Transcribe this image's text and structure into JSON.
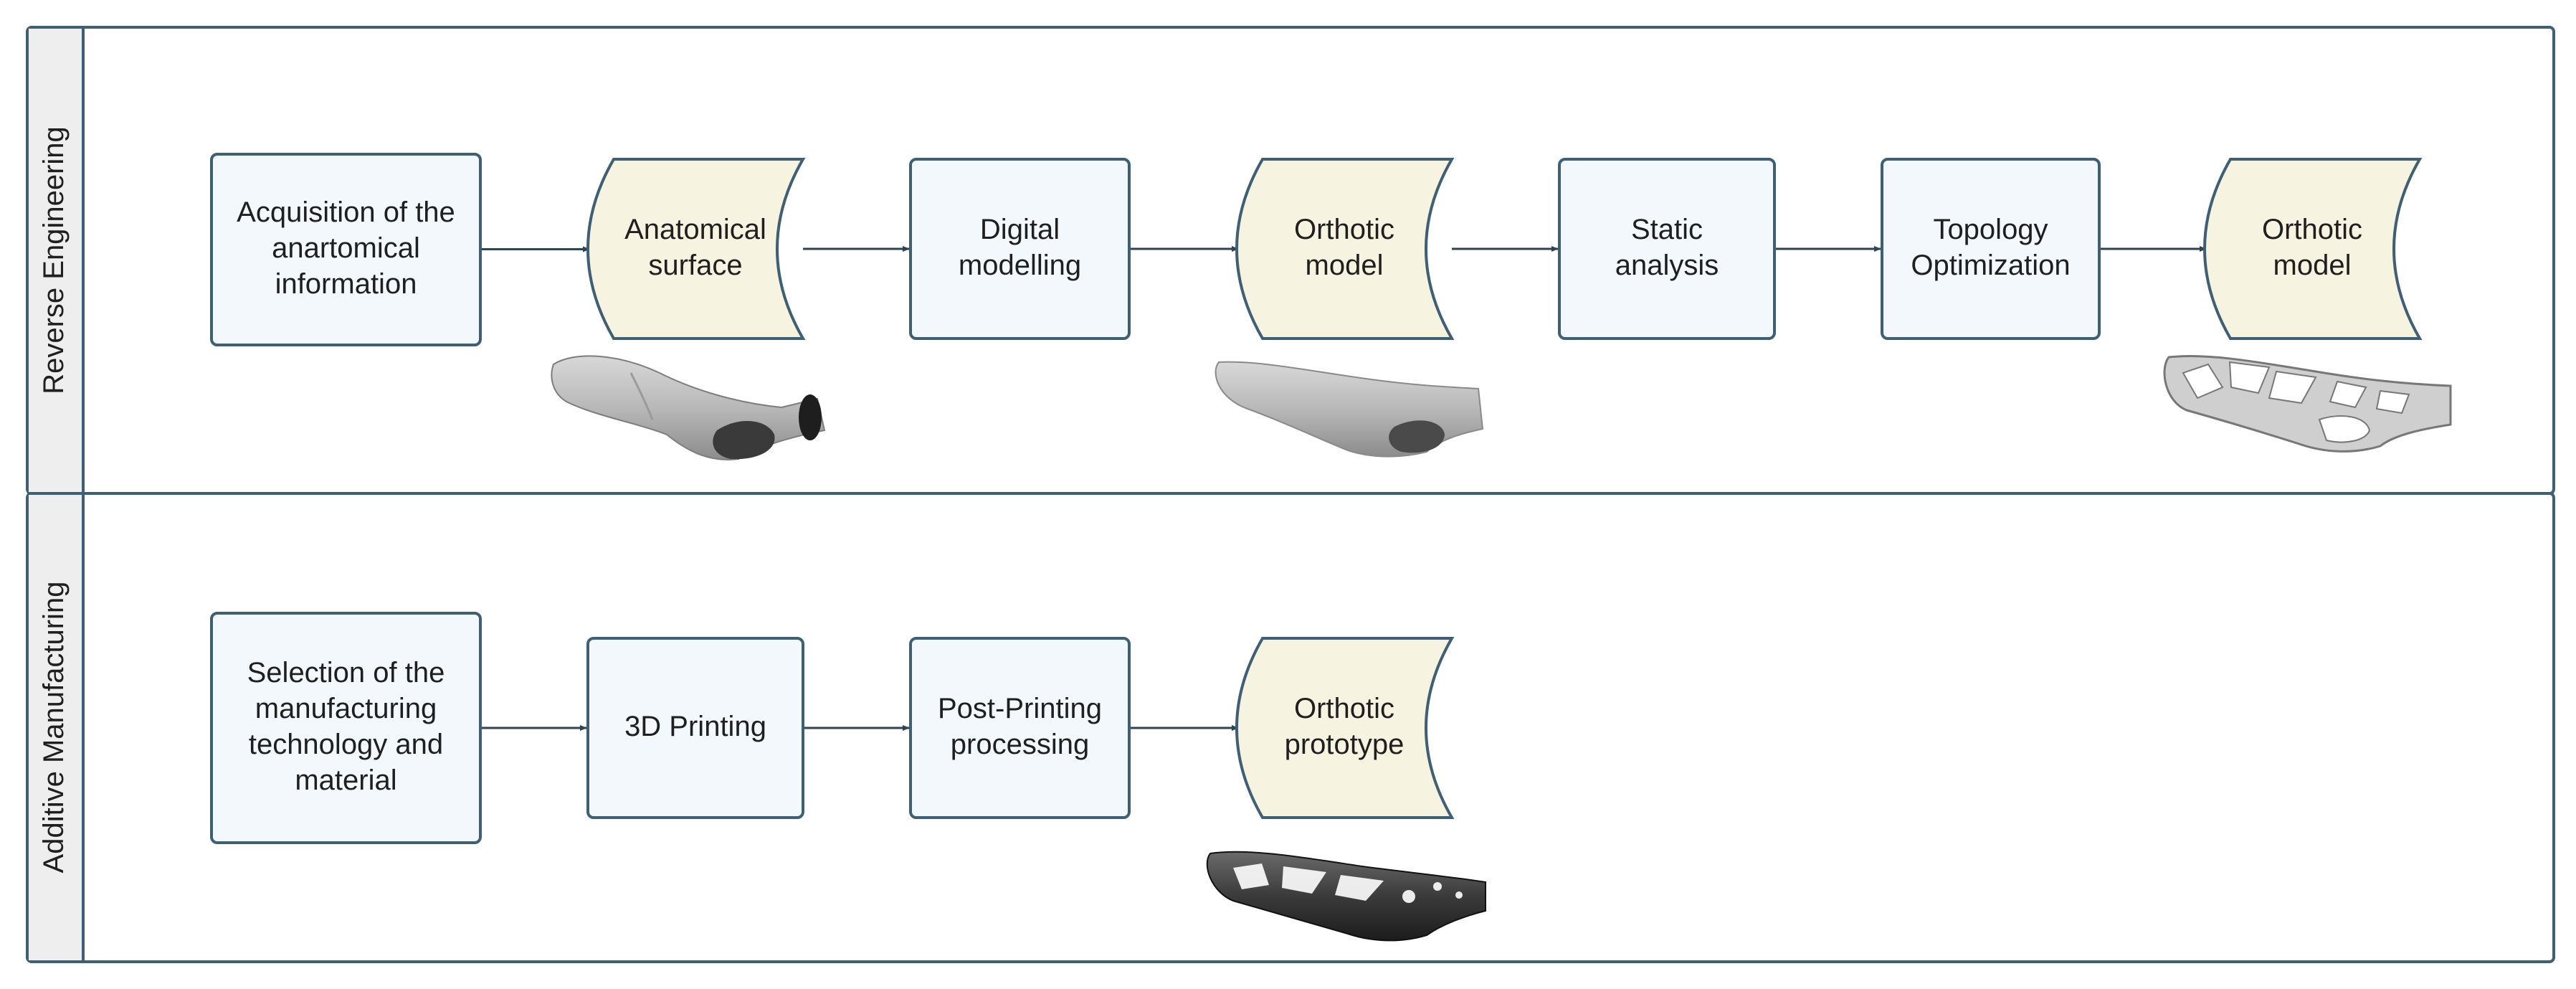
{
  "lanes": [
    {
      "id": "reverse",
      "label": "Reverse Engineering"
    },
    {
      "id": "additive",
      "label": "Additive Manufacturing"
    }
  ],
  "nodes": {
    "acquisition": {
      "lines": [
        "Acquisition of the",
        "anartomical",
        "information"
      ],
      "shape": "process"
    },
    "anatomical_surface": {
      "lines": [
        "Anatomical",
        "surface"
      ],
      "shape": "data"
    },
    "digital_modelling": {
      "lines": [
        "Digital",
        "modelling"
      ],
      "shape": "process"
    },
    "orthotic_model_1": {
      "lines": [
        "Orthotic",
        "model"
      ],
      "shape": "data"
    },
    "static_analysis": {
      "lines": [
        "Static",
        "analysis"
      ],
      "shape": "process"
    },
    "topology_optimization": {
      "lines": [
        "Topology",
        "Optimization"
      ],
      "shape": "process"
    },
    "orthotic_model_2": {
      "lines": [
        "Orthotic",
        "model"
      ],
      "shape": "data"
    },
    "selection": {
      "lines": [
        "Selection of the",
        "manufacturing",
        "technology and",
        "material"
      ],
      "shape": "process"
    },
    "printing_3d": {
      "lines": [
        "3D Printing"
      ],
      "shape": "process"
    },
    "post_printing": {
      "lines": [
        "Post-Printing",
        "processing"
      ],
      "shape": "process"
    },
    "orthotic_prototype": {
      "lines": [
        "Orthotic",
        "prototype"
      ],
      "shape": "data"
    }
  },
  "edges": [
    [
      "acquisition",
      "anatomical_surface"
    ],
    [
      "anatomical_surface",
      "digital_modelling"
    ],
    [
      "digital_modelling",
      "orthotic_model_1"
    ],
    [
      "orthotic_model_1",
      "static_analysis"
    ],
    [
      "static_analysis",
      "topology_optimization"
    ],
    [
      "topology_optimization",
      "orthotic_model_2"
    ],
    [
      "selection",
      "printing_3d"
    ],
    [
      "printing_3d",
      "post_printing"
    ],
    [
      "post_printing",
      "orthotic_prototype"
    ]
  ],
  "images": {
    "anatomical_surface": "arm-scan-image",
    "orthotic_model_1": "orthosis-solid-image",
    "orthotic_model_2": "orthosis-optimized-image",
    "orthotic_prototype": "orthosis-printed-image"
  },
  "colors": {
    "border": "#3f5f74",
    "process_fill": "#f3f8fc",
    "data_fill": "#f7f3e1",
    "lane_header": "#eeeeee",
    "arrow": "#2d4456"
  }
}
